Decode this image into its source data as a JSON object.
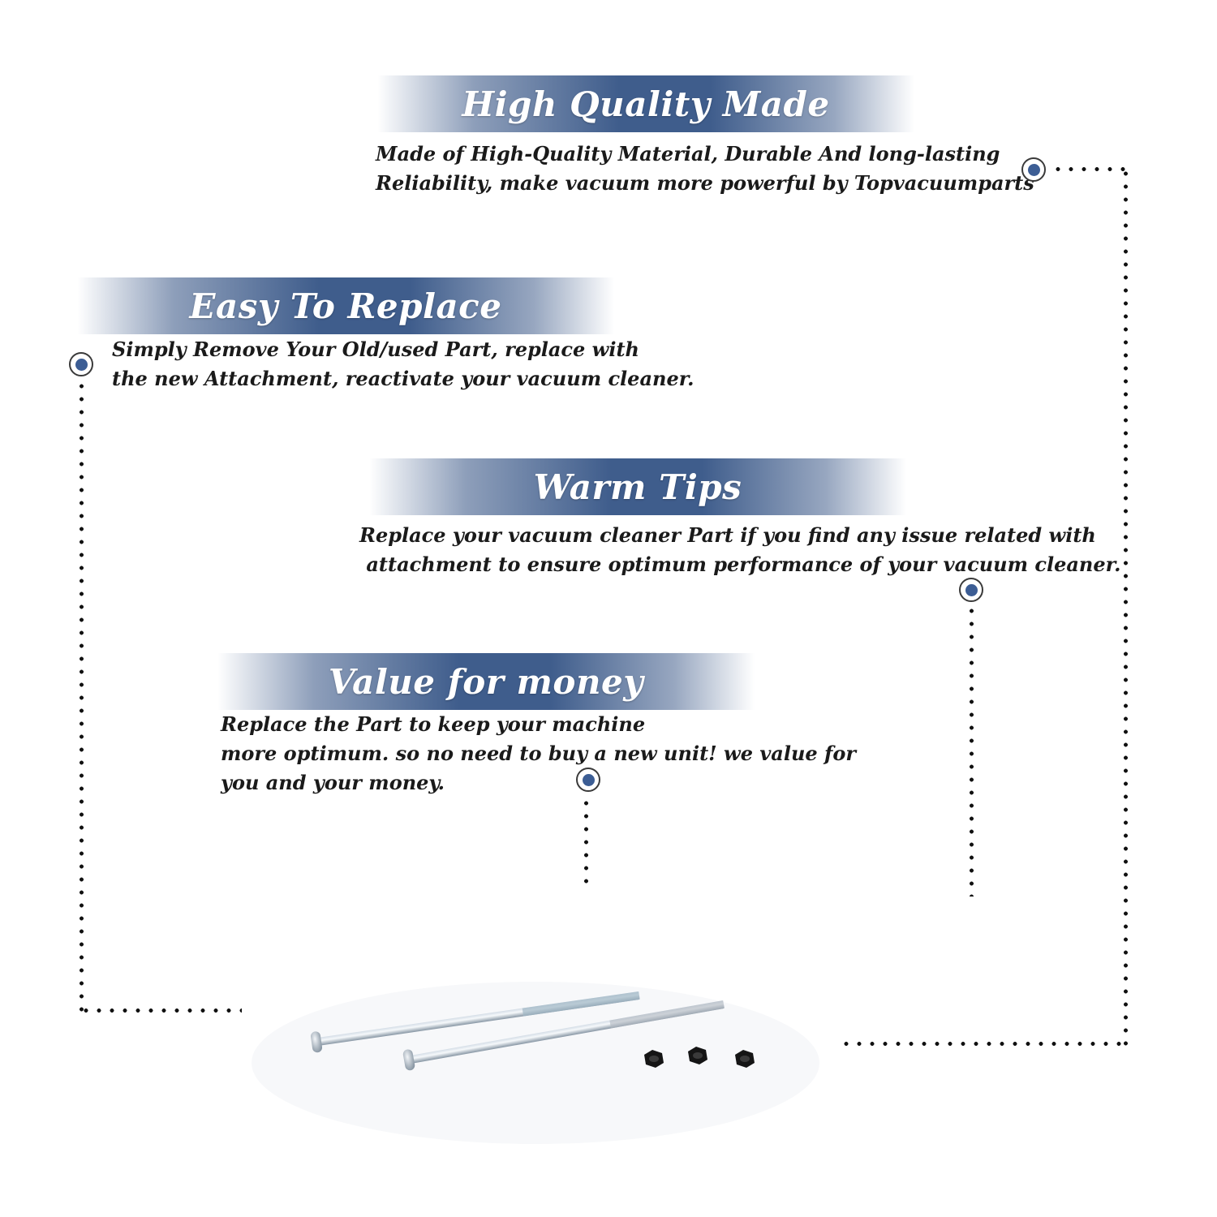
{
  "colors": {
    "banner": "#3f5d8c",
    "marker": "#3c5d94",
    "text": "#1a1a1a"
  },
  "sections": [
    {
      "title": "High Quality Made",
      "lines": [
        "Made of  High-Quality Material, Durable And long-lasting",
        "Reliability, make vacuum more powerful by Topvacuumparts"
      ]
    },
    {
      "title": "Easy To Replace",
      "lines": [
        "Simply Remove Your Old/used Part, replace with",
        "the new Attachment, reactivate your vacuum cleaner."
      ]
    },
    {
      "title": "Warm Tips",
      "lines": [
        "Replace your vacuum cleaner Part if you find any issue related with",
        " attachment to ensure optimum performance of your vacuum cleaner."
      ]
    },
    {
      "title": "Value for money",
      "lines": [
        "Replace the Part to keep your machine",
        "more optimum. so no need to buy a new unit! we value for",
        "you and your money."
      ]
    }
  ],
  "product": {
    "bolts": 2,
    "nuts": 3
  }
}
